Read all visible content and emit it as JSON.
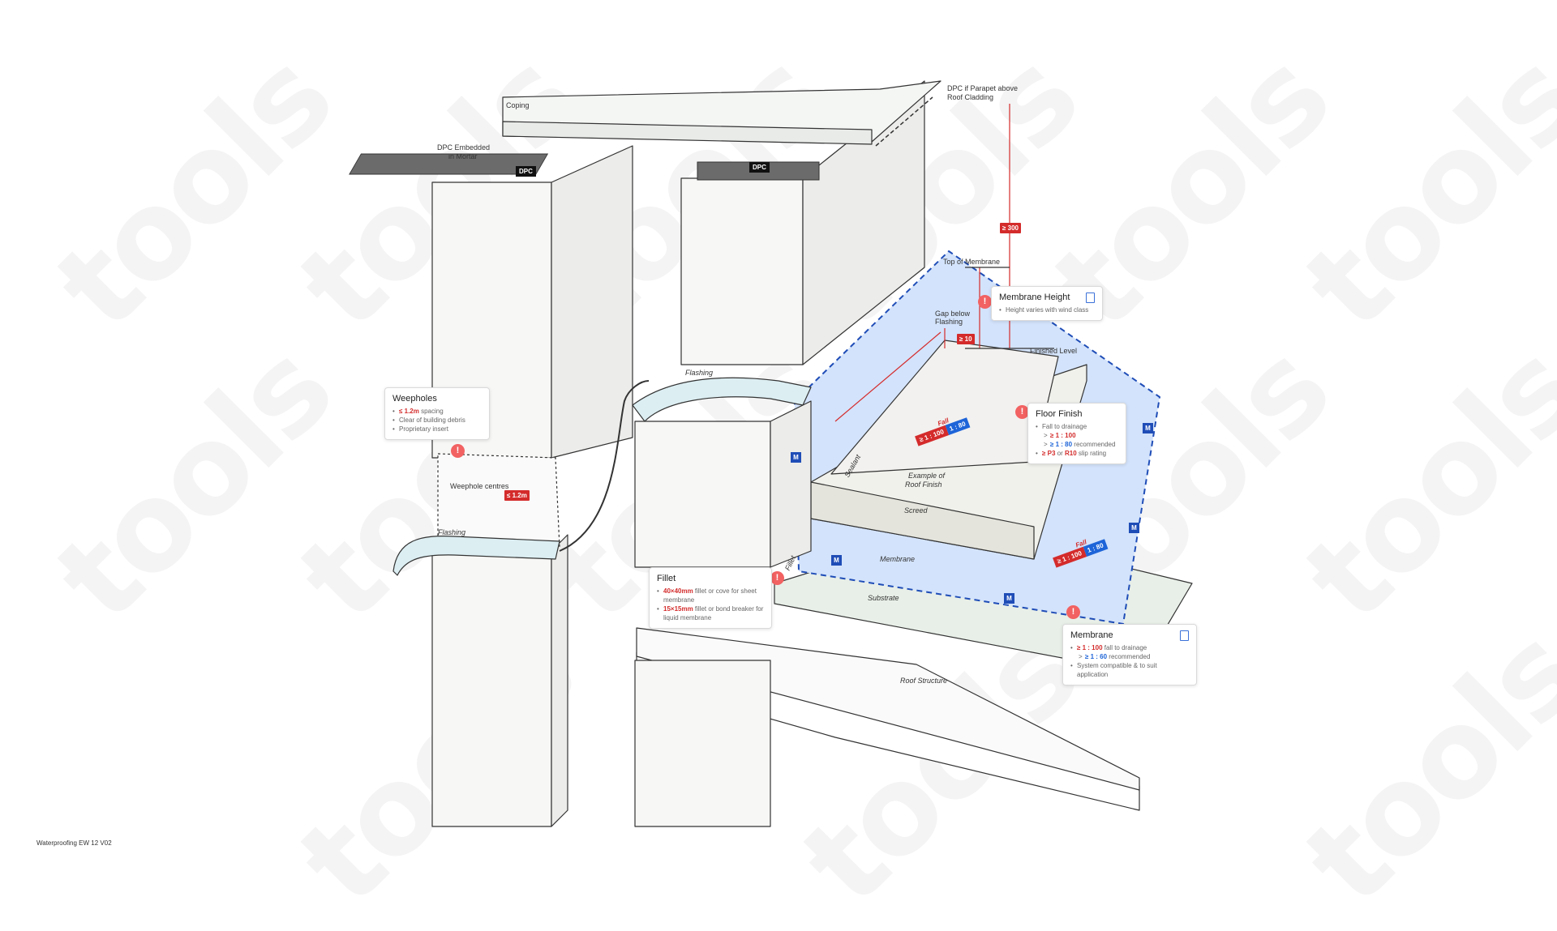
{
  "watermark": {
    "text": "tools"
  },
  "footer": {
    "text": "Waterproofing EW 12 V02"
  },
  "labels": {
    "coping": "Coping",
    "dpc_embedded_1": "DPC Embedded",
    "dpc_embedded_2": "in Mortar",
    "dpc_tag": "DPC",
    "dpc_parapet_1": "DPC if Parapet above",
    "dpc_parapet_2": "Roof Cladding",
    "top_of_membrane": "Top of Membrane",
    "gap_below_1": "Gap below",
    "gap_below_2": "Flashing",
    "gap_value": "≥ 10",
    "height_value": "≥ 300",
    "finished_level": "Finished Level",
    "flashing_upper": "Flashing",
    "flashing_lower": "Flashing",
    "weephole_centres": "Weephole centres",
    "weephole_value": "≤ 1.2m",
    "sealant": "Sealant",
    "example_finish_1": "Example of",
    "example_finish_2": "Roof Finish",
    "screed": "Screed",
    "fillet_small": "Fillet",
    "membrane": "Membrane",
    "substrate": "Substrate",
    "roof_structure": "Roof Structure",
    "m_tag": "M",
    "alert": "!"
  },
  "fall_labels": {
    "word": "Fall",
    "ratio_red": "≥ 1 : 100",
    "ratio_blue": "1 : 80"
  },
  "callouts": {
    "weepholes": {
      "title": "Weepholes",
      "b1_val": "≤ 1.2m",
      "b1_text": " spacing",
      "b2": "Clear of building debris",
      "b3": "Proprietary insert"
    },
    "membrane_height": {
      "title": "Membrane Height",
      "b1": "Height varies with wind class"
    },
    "floor_finish": {
      "title": "Floor Finish",
      "b1": "Fall to drainage",
      "b2_val": "≥ 1 : 100",
      "b3_val": "≥ 1 : 80",
      "b3_text": " recommended",
      "b4_a": "≥ P3",
      "b4_or": " or ",
      "b4_b": "R10",
      "b4_text": " slip rating"
    },
    "fillet": {
      "title": "Fillet",
      "b1_val": "40×40mm",
      "b1_text": " fillet or cove for sheet membrane",
      "b2_val": "15×15mm",
      "b2_text": " fillet or bond breaker for liquid membrane"
    },
    "membrane": {
      "title": "Membrane",
      "b1_val": "≥ 1 : 100",
      "b1_text": " fall to drainage",
      "b2_val": "≥ 1 : 60",
      "b2_text": " recommended",
      "b3": "System compatible & to suit application"
    }
  },
  "colors": {
    "alert": "#f26262",
    "dimension": "#d42b2b",
    "membrane_blue": "#1f4db7",
    "membrane_fill": "#d3e3fb",
    "wall_fill": "#f5f5f3",
    "accent_blue": "#1d64d8"
  }
}
